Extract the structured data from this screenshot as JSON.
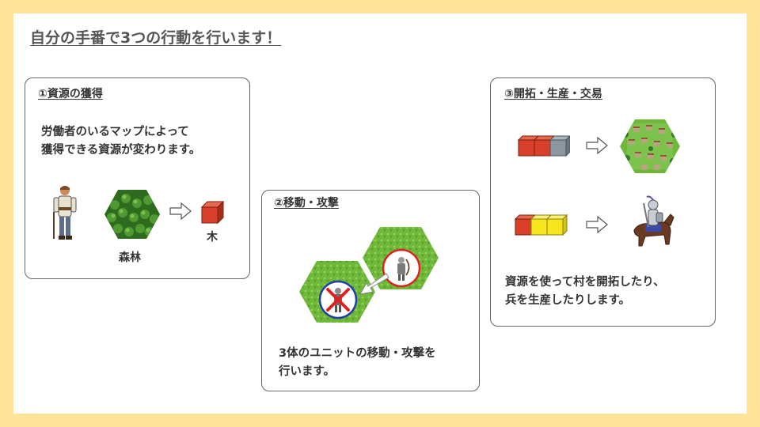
{
  "title": "自分の手番で3つの行動を行います！",
  "panel1": {
    "heading": "①資源の獲得",
    "line1": "労働者のいるマップによって",
    "line2": "獲得できる資源が変わります。",
    "forest_label": "森林",
    "wood_label": "木"
  },
  "panel2": {
    "heading": "②移動・攻撃",
    "line1": "3体のユニットの移動・攻撃を",
    "line2": "行います。"
  },
  "panel3": {
    "heading": "③開拓・生産・交易",
    "line1": "資源を使って村を開拓したり、",
    "line2": "兵を生産したりします。"
  },
  "colors": {
    "background": "#fde49a",
    "red_cube": "#d9402b",
    "yellow_cube": "#f5e61e",
    "gray_cube": "#8a979e",
    "grass": "#6fb83a",
    "forest": "#2f6b1f"
  }
}
